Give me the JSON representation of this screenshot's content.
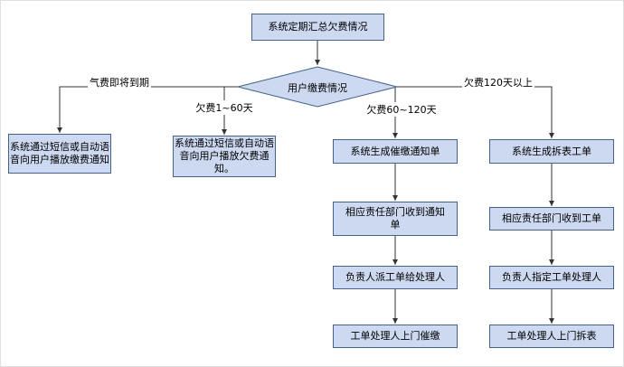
{
  "diagram_type": "flowchart",
  "colors": {
    "node_fill": "#ccd9f0",
    "node_border": "#44618c",
    "connector": "#333333",
    "background": "#ffffff"
  },
  "nodes": {
    "start": {
      "label": "系统定期汇总欠费情况",
      "shape": "rect"
    },
    "decision": {
      "label": "用户缴费情况",
      "shape": "diamond"
    },
    "notify_payment": {
      "label": "系统通过短信或自动语音向用户播放缴费通知",
      "shape": "rect"
    },
    "notify_arrears": {
      "label": "系统通过短信或自动语音向用户播放欠费通知。",
      "shape": "rect"
    },
    "gen_notice": {
      "label": "系统生成催缴通知单",
      "shape": "rect"
    },
    "gen_removal": {
      "label": "系统生成拆表工单",
      "shape": "rect"
    },
    "dept_notice": {
      "label": "相应责任部门收到通知单",
      "shape": "rect"
    },
    "dept_order": {
      "label": "相应责任部门收到工单",
      "shape": "rect"
    },
    "assign_handler": {
      "label": "负责人派工单给处理人",
      "shape": "rect"
    },
    "appoint_handler": {
      "label": "负责人指定工单处理人",
      "shape": "rect"
    },
    "visit_collect": {
      "label": "工单处理人上门催缴",
      "shape": "rect"
    },
    "visit_removal": {
      "label": "工单处理人上门拆表",
      "shape": "rect"
    }
  },
  "edge_labels": {
    "gas_due_soon": "气费即将到期",
    "arrears_1_60": "欠费1~60天",
    "arrears_60_120": "欠费60~120天",
    "arrears_120_plus": "欠费120天以上"
  },
  "edges": [
    {
      "from": "start",
      "to": "decision",
      "label": ""
    },
    {
      "from": "decision",
      "to": "notify_payment",
      "label": "气费即将到期"
    },
    {
      "from": "decision",
      "to": "notify_arrears",
      "label": "欠费1~60天"
    },
    {
      "from": "decision",
      "to": "gen_notice",
      "label": "欠费60~120天"
    },
    {
      "from": "decision",
      "to": "gen_removal",
      "label": "欠费120天以上"
    },
    {
      "from": "gen_notice",
      "to": "dept_notice",
      "label": ""
    },
    {
      "from": "dept_notice",
      "to": "assign_handler",
      "label": ""
    },
    {
      "from": "assign_handler",
      "to": "visit_collect",
      "label": ""
    },
    {
      "from": "gen_removal",
      "to": "dept_order",
      "label": ""
    },
    {
      "from": "dept_order",
      "to": "appoint_handler",
      "label": ""
    },
    {
      "from": "appoint_handler",
      "to": "visit_removal",
      "label": ""
    }
  ]
}
